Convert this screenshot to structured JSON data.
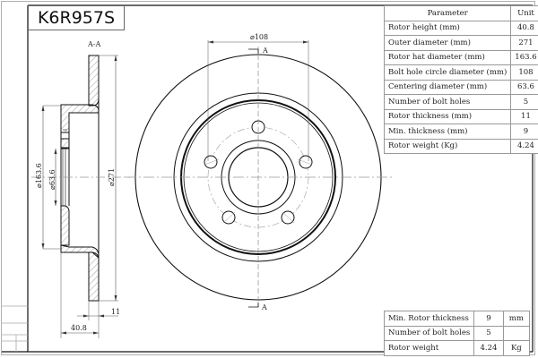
{
  "title": "K6R957S",
  "section_label": "A-A",
  "section_marker": "A",
  "dimensions": {
    "bolt_circle": "⌀108",
    "hat_diameter": "⌀163.6",
    "centering_diameter": "⌀63.6",
    "outer_diameter": "⌀271",
    "thickness": "11",
    "height": "40.8"
  },
  "spec_table": {
    "headers": [
      "Parameter",
      "Unit"
    ],
    "rows": [
      {
        "param": "Rotor height (mm)",
        "value": "40.8"
      },
      {
        "param": "Outer diameter (mm)",
        "value": "271"
      },
      {
        "param": "Rotor hat diameter (mm)",
        "value": "163.6"
      },
      {
        "param": "Bolt hole circle diameter (mm)",
        "value": "108"
      },
      {
        "param": "Centering diameter (mm)",
        "value": "63.6"
      },
      {
        "param": "Number of bolt holes",
        "value": "5"
      },
      {
        "param": "Rotor thickness (mm)",
        "value": "11"
      },
      {
        "param": "Min. thickness (mm)",
        "value": "9"
      },
      {
        "param": "Rotor weight (Kg)",
        "value": "4.24"
      }
    ]
  },
  "summary_table": {
    "rows": [
      {
        "param": "Min. Rotor thickness",
        "value": "9",
        "unit": "mm"
      },
      {
        "param": "Number of bolt holes",
        "value": "5",
        "unit": ""
      },
      {
        "param": "Rotor weight",
        "value": "4.24",
        "unit": "Kg"
      }
    ]
  },
  "colors": {
    "line": "#111111",
    "thin_line": "#555555",
    "center_line": "#888888",
    "border": "#999999"
  }
}
